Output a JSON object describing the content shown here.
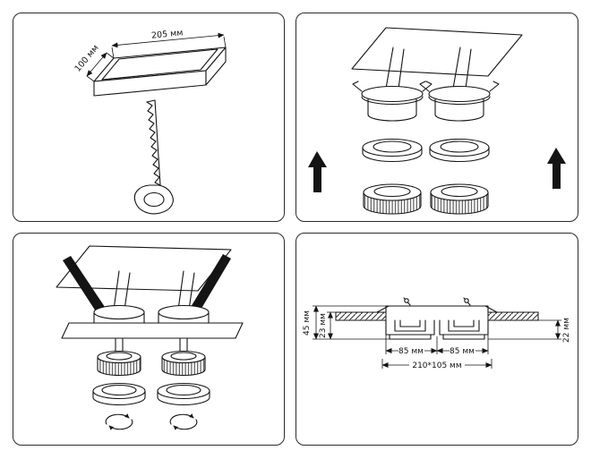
{
  "page": {
    "background": "#ffffff",
    "line_color": "#141414",
    "panel_border_color": "#2b2b2b"
  },
  "panels": {
    "cutout_template": {
      "width_label": "205 мм",
      "depth_label": "100 мм"
    },
    "cross_section": {
      "height_total_label": "45 мм",
      "recess_depth_label": "23 мм",
      "trim_height_label": "22 мм",
      "cutout_left_label": "85 мм",
      "cutout_right_label": "85 мм",
      "overall_label": "210*105 мм"
    }
  }
}
